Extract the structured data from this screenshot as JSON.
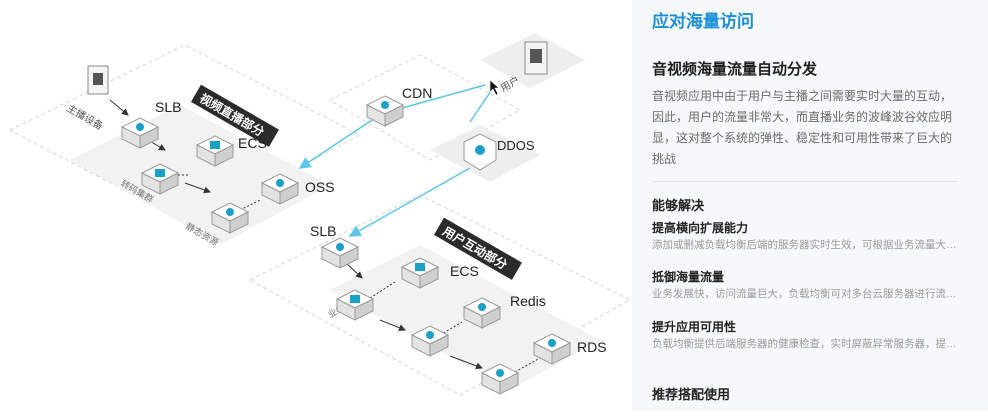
{
  "panel": {
    "section_title": "应对海量访问",
    "feature_title": "音视频海量流量自动分发",
    "feature_desc": "音视频应用中由于用户与主播之间需要实时大量的互动，因此，用户的流量非常大，而直播业务的波峰波谷效应明显，这对整个系统的弹性、稳定性和可用性带来了巨大的挑战",
    "solves_heading": "能够解决",
    "items": [
      {
        "title": "提高横向扩展能力",
        "desc": "添加或删减负载均衡后端的服务器实时生效，可根据业务流量大小..."
      },
      {
        "title": "抵御海量流量",
        "desc": "业务发展快，访问流量巨大，负载均衡可对多台云服务器进行流量..."
      },
      {
        "title": "提升应用可用性",
        "desc": "负载均衡提供后端服务器的健康检查，实时屏蔽异常服务器，提升..."
      }
    ],
    "recommend_heading": "推荐搭配使用"
  },
  "diagram": {
    "banner_live": "视频直播部分",
    "banner_user": "用户互动部分",
    "labels": {
      "anchor": "主播设备",
      "user": "用户",
      "transcode": "转码集群",
      "static": "静态资源",
      "business": "业务集群",
      "slb1": "SLB",
      "ecs1": "ECS",
      "oss": "OSS",
      "cdn": "CDN",
      "ddos": "DDOS",
      "slb2": "SLB",
      "ecs2": "ECS",
      "redis": "Redis",
      "rds": "RDS"
    },
    "colors": {
      "accent": "#1a8fd6",
      "banner": "#2b2b2b",
      "link": "#5bc6e8",
      "node_icon": "#1aa0c9"
    }
  }
}
